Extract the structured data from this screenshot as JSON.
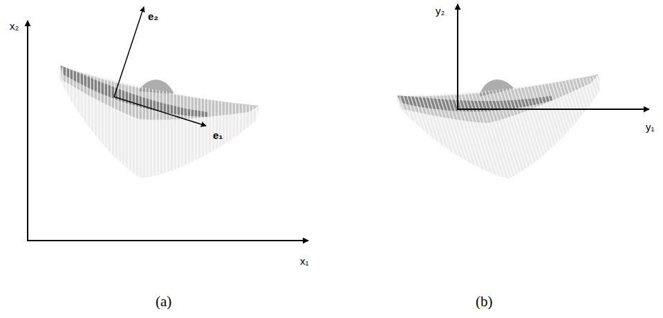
{
  "diagram": {
    "labels": [
      "x₂",
      "e₂",
      "e₁",
      "x₁",
      "y₂",
      "y₁",
      "(a)",
      "(b)"
    ]
  }
}
